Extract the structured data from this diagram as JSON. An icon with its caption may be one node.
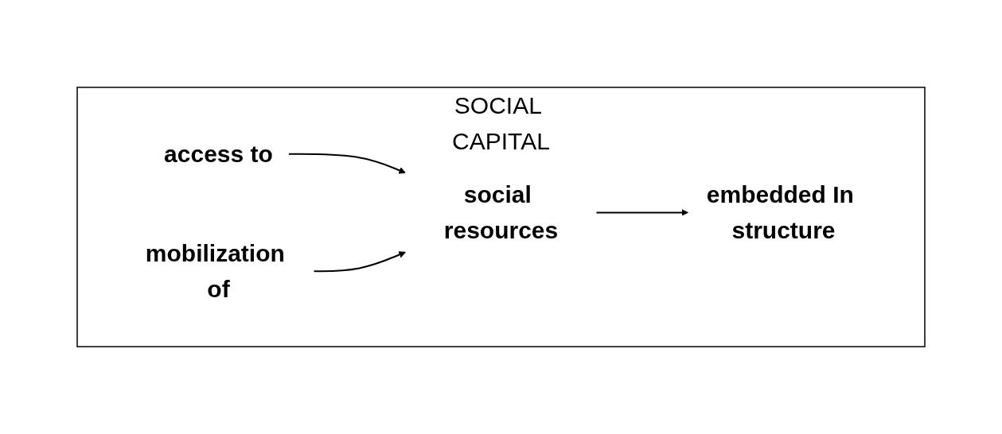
{
  "diagram": {
    "nodes": [
      {
        "text": [
          "SOCIAL CAPITAL"
        ]
      },
      {
        "text": [
          "access to"
        ],
        "in": 0
      },
      {
        "text": [
          "social resources"
        ],
        "in": 0
      },
      {
        "text": [
          "embedded In structure"
        ],
        "in": 0
      },
      {
        "text": [
          "mobilization of"
        ],
        "in": 0
      }
    ],
    "edges": [
      {
        "from": 1,
        "to": 2,
        "arrow": "to"
      },
      {
        "from": 4,
        "to": 2,
        "arrow": "to"
      },
      {
        "from": 2,
        "to": 3,
        "arrow": "to"
      }
    ]
  }
}
